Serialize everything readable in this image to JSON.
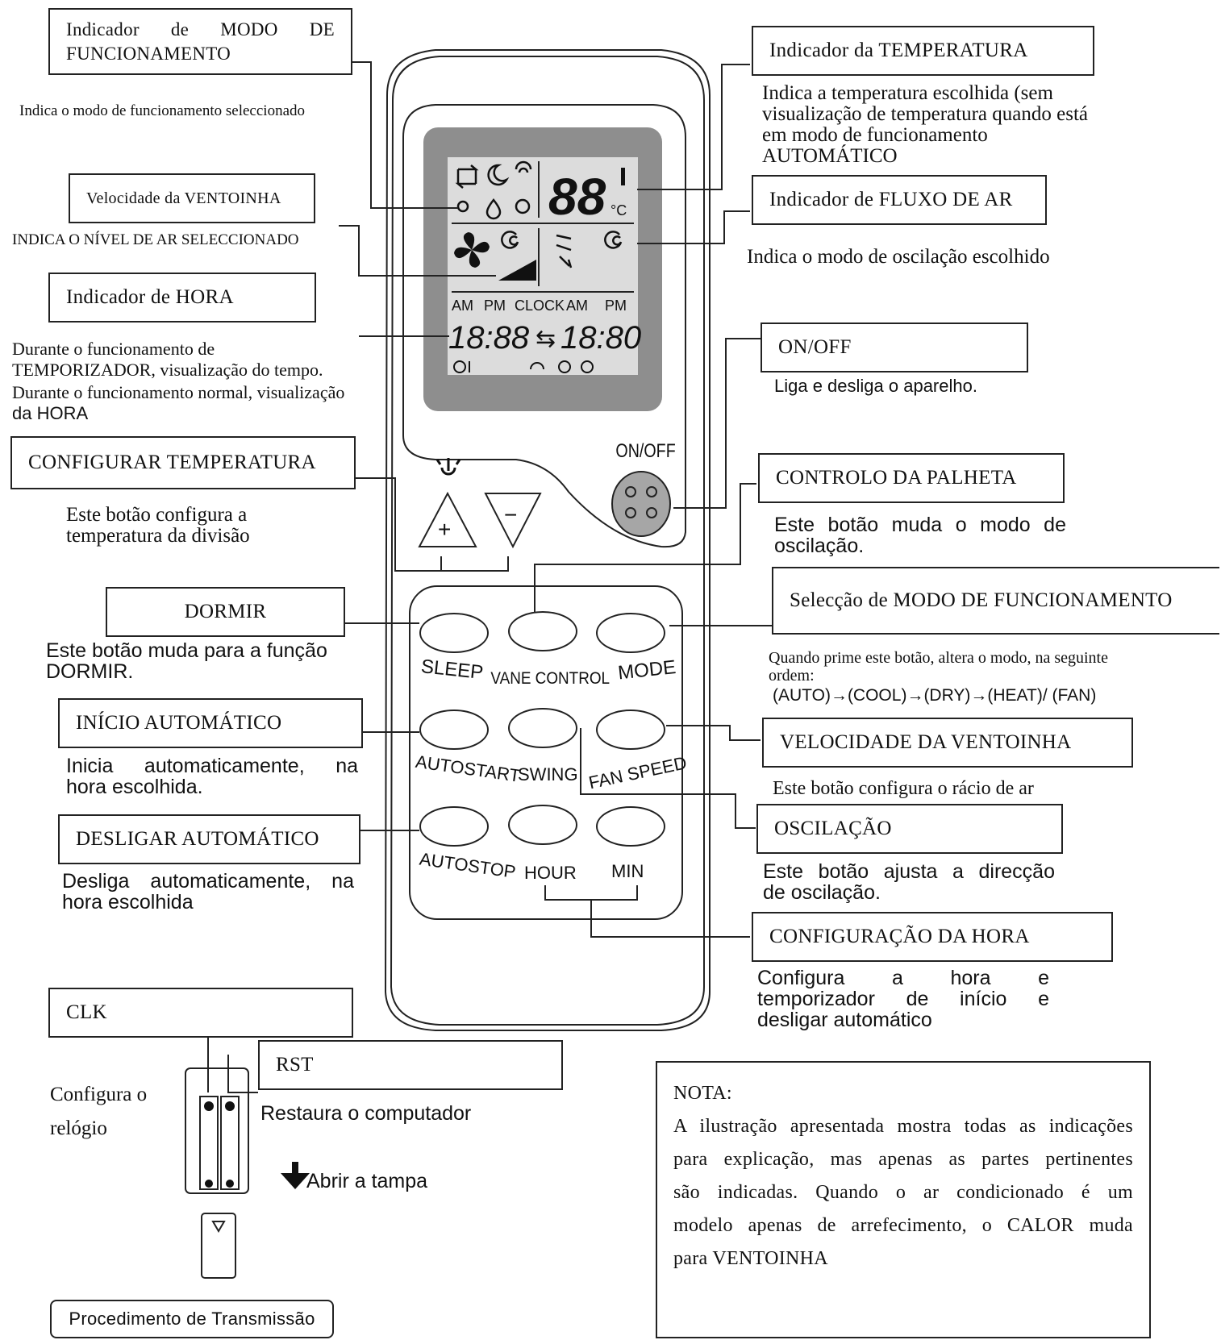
{
  "labels": {
    "modo_ind": {
      "title_a": "Indicador de MODO DE",
      "title_b": "FUNCIONAMENTO",
      "desc": "Indica o modo de funcionamento seleccionado"
    },
    "vel_ind": {
      "title": "Velocidade da VENTOINHA",
      "desc": "INDICA O NÍVEL DE AR SELECCIONADO"
    },
    "hora_ind": {
      "title": "Indicador de HORA",
      "desc1": "Durante o funcionamento de",
      "desc2": "TEMPORIZADOR, visualização do tempo.",
      "desc3": "Durante o funcionamento normal, visualização",
      "desc4": "da HORA"
    },
    "config_temp": {
      "title": "CONFIGURAR TEMPERATURA",
      "desc1": "Este botão configura a",
      "desc2": "temperatura da divisão"
    },
    "dormir": {
      "title": "DORMIR",
      "desc1": "Este botão muda para a função",
      "desc2": "DORMIR."
    },
    "inicio_auto": {
      "title": "INÍCIO AUTOMÁTICO",
      "desc1": "Inicia automaticamente, na",
      "desc2": "hora escolhida."
    },
    "desligar_auto": {
      "title": "DESLIGAR AUTOMÁTICO",
      "desc1": "Desliga automaticamente, na",
      "desc2": "hora escolhida"
    },
    "clk": {
      "title": "CLK",
      "desc1": "Configura o",
      "desc2": "relógio"
    },
    "rst": {
      "title": "RST",
      "desc": "Restaura o computador"
    },
    "abrir": "Abrir a tampa",
    "procedimento": "Procedimento de Transmissão",
    "temp_ind": {
      "title": "Indicador da TEMPERATURA",
      "desc1": "Indica a temperatura escolhida (sem",
      "desc2": "visualização de temperatura quando está",
      "desc3": "em modo de funcionamento",
      "desc4": "AUTOMÁTICO"
    },
    "fluxo_ind": {
      "title": "Indicador de FLUXO DE AR",
      "desc": "Indica o modo de oscilação escolhido"
    },
    "onoff": {
      "title": "ON/OFF",
      "desc": "Liga e desliga o aparelho."
    },
    "palheta": {
      "title": "CONTROLO DA PALHETA",
      "desc1": "Este botão muda o modo de",
      "desc2": "oscilação."
    },
    "modo_sel": {
      "title": "Selecção de MODO DE FUNCIONAMENTO",
      "desc1": "Quando prime este botão, altera o modo, na seguinte",
      "desc2": "ordem:",
      "desc3": "(AUTO)→(COOL)→(DRY)→(HEAT)/ (FAN)"
    },
    "vel_btn": {
      "title": "VELOCIDADE DA VENTOINHA",
      "desc": "Este botão configura o rácio de ar"
    },
    "oscilacao": {
      "title": "OSCILAÇÃO",
      "desc1": "Este botão ajusta a direcção",
      "desc2": "de oscilação."
    },
    "config_hora": {
      "title": "CONFIGURAÇÃO DA HORA",
      "desc1": "Configura a hora e",
      "desc2": "temporizador de início e",
      "desc3": "desligar automático"
    },
    "nota": {
      "title": "NOTA:",
      "l1": "A ilustração apresentada mostra todas as indicações",
      "l2": "para explicação, mas apenas as partes pertinentes",
      "l3": "são indicadas. Quando o ar condicionado é um",
      "l4": "modelo apenas de arrefecimento, o CALOR muda",
      "l5": "para VENTOINHA"
    }
  },
  "remote": {
    "lcd": {
      "temp_digits": "88",
      "temp_unit": "°C",
      "am1": "AM",
      "pm1": "PM",
      "clock": "CLOCK",
      "am2": "AM",
      "pm2": "PM",
      "time_left": "18:88",
      "time_right": "18:80"
    },
    "buttons": {
      "onoff": "ON/OFF",
      "sleep": "SLEEP",
      "vane": "VANE CONTROL",
      "mode": "MODE",
      "autostart": "AUTOSTART",
      "swing": "SWING",
      "fanspeed": "FAN SPEED",
      "autostop": "AUTOSTOP",
      "hour": "HOUR",
      "min": "MIN"
    }
  },
  "colors": {
    "lcd_bg": "#8e8e8e",
    "lcd_screen": "#dcdcdc",
    "outline": "#222222"
  }
}
